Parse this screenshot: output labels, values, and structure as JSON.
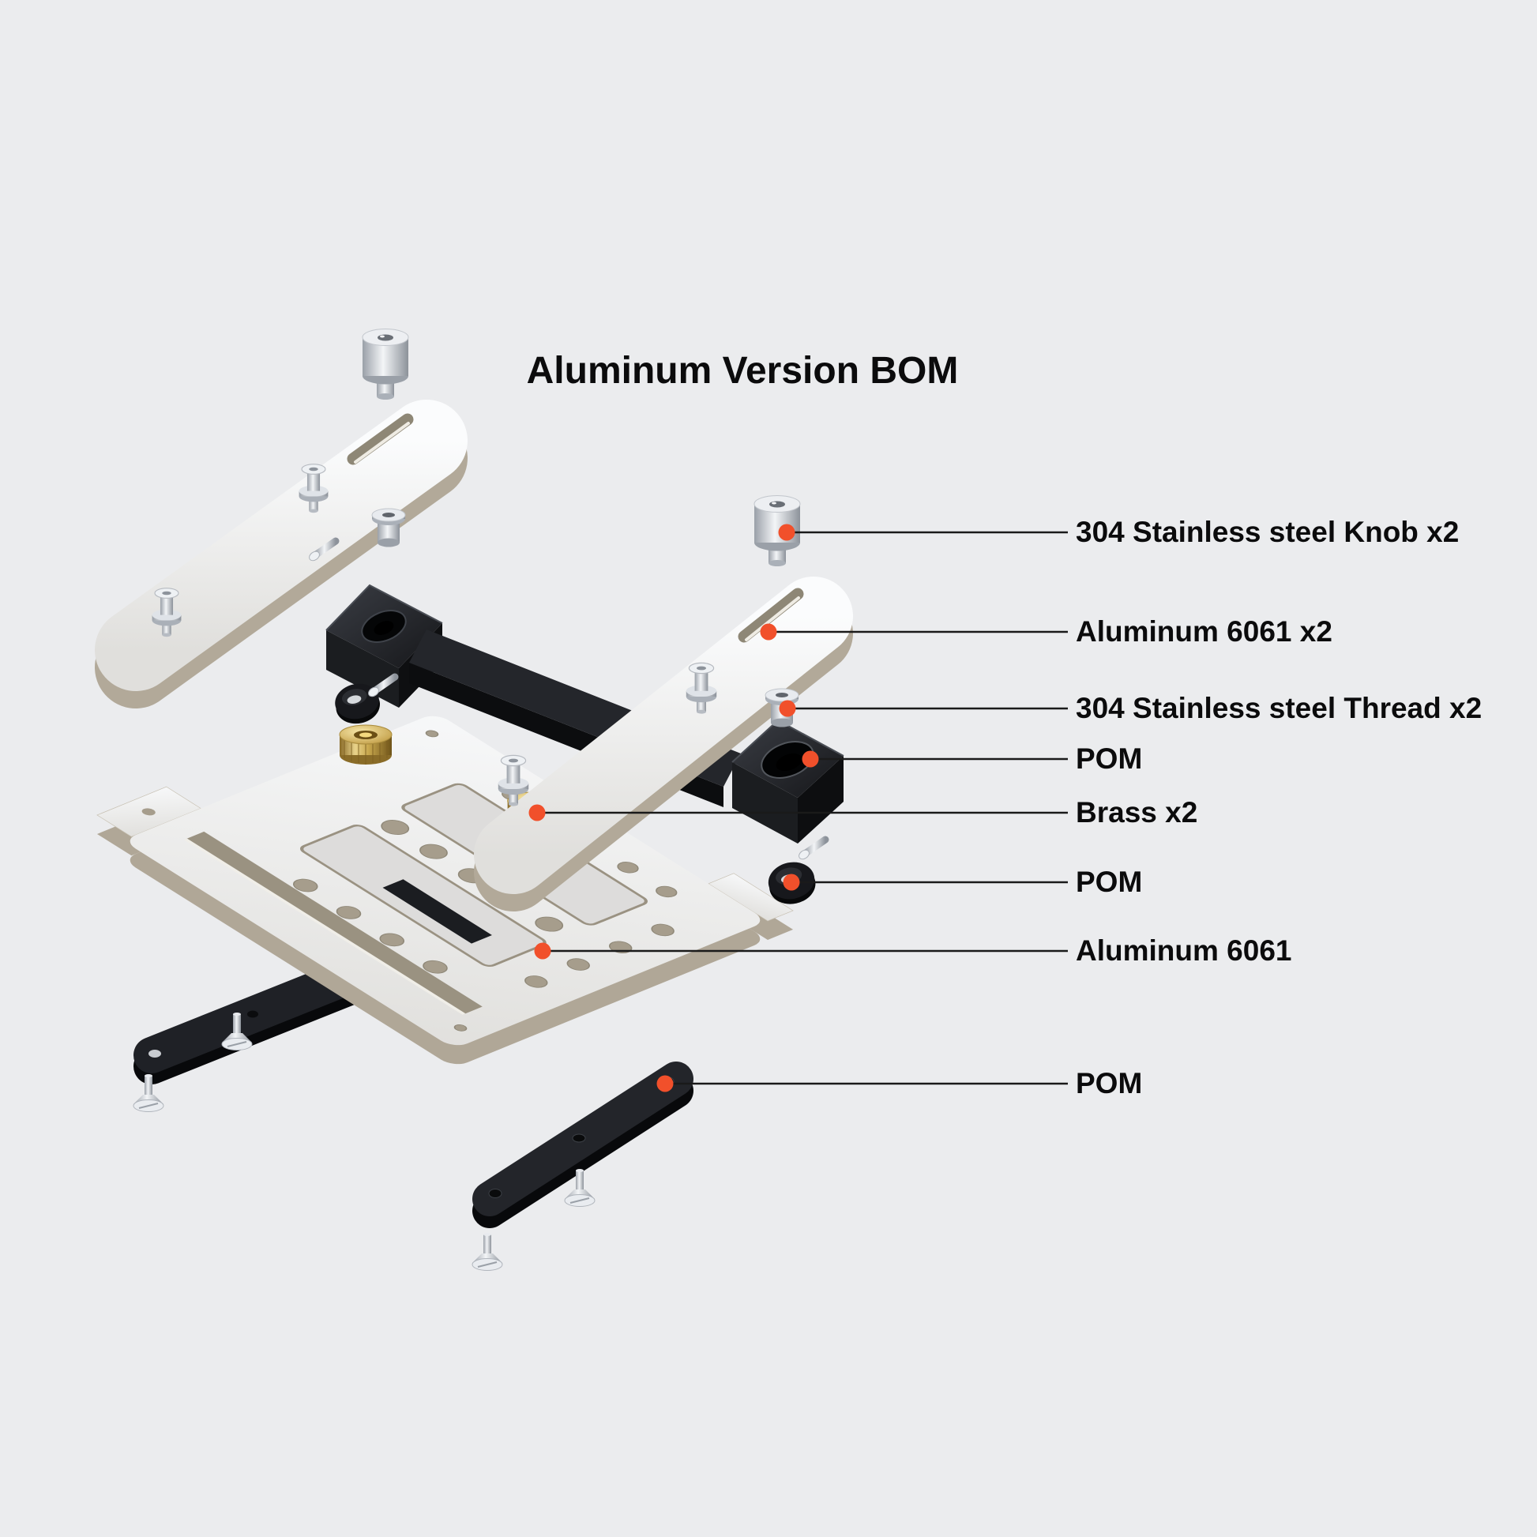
{
  "title": "Aluminum Version BOM",
  "colors": {
    "accent": "#F1502B",
    "background": "#EBECEE",
    "line": "#1A1A1A",
    "text": "#0B0B0C"
  },
  "callouts": [
    {
      "id": "stainless-knob",
      "label": "304 Stainless steel Knob x2"
    },
    {
      "id": "aluminum-bars",
      "label": "Aluminum 6061 x2"
    },
    {
      "id": "stainless-thread",
      "label": "304 Stainless steel Thread x2"
    },
    {
      "id": "pom-block",
      "label": "POM"
    },
    {
      "id": "brass-nut",
      "label": "Brass x2"
    },
    {
      "id": "pom-washer",
      "label": "POM"
    },
    {
      "id": "aluminum-plate",
      "label": "Aluminum 6061"
    },
    {
      "id": "pom-bar",
      "label": "POM"
    }
  ]
}
